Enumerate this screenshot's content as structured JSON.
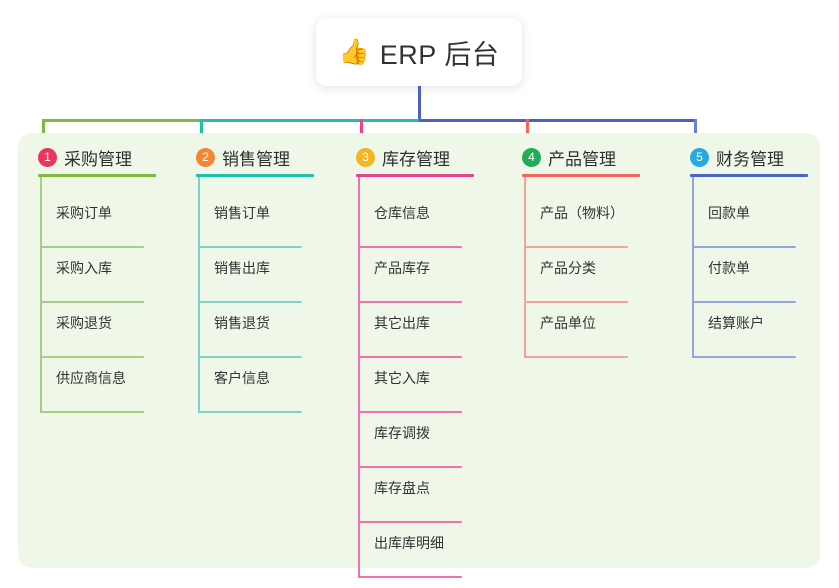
{
  "root": {
    "icon": "thumbs-up-icon",
    "icon_glyph": "👍",
    "title": "ERP 后台"
  },
  "palette": {
    "panel_bg": "#eef7e8",
    "card_bg": "#ffffff",
    "green": "#7fba3d",
    "teal": "#1fbfae",
    "pink": "#e8438f",
    "red": "#f4645c",
    "blue": "#6b7fd1",
    "indigo": "#4f5fc4",
    "badge1": "#e8365d",
    "badge2": "#f58634",
    "badge3": "#f5b421",
    "badge4": "#21ac55",
    "badge5": "#28a9e0",
    "leaf_green": "#a6cf86",
    "leaf_teal": "#7fd2cb",
    "leaf_pink": "#ef71ad",
    "leaf_red": "#f5a29c",
    "leaf_blue": "#93a6de"
  },
  "columns": [
    {
      "number": "1",
      "title": "采购管理",
      "badge_color": "#e8365d",
      "line_color": "#7fba3d",
      "leaf_color": "#a6cf86",
      "items": [
        {
          "label": "采购订单"
        },
        {
          "label": "采购入库"
        },
        {
          "label": "采购退货"
        },
        {
          "label": "供应商信息"
        }
      ]
    },
    {
      "number": "2",
      "title": "销售管理",
      "badge_color": "#f58634",
      "line_color": "#1fbfae",
      "leaf_color": "#7fd2cb",
      "items": [
        {
          "label": "销售订单"
        },
        {
          "label": "销售出库"
        },
        {
          "label": "销售退货"
        },
        {
          "label": "客户信息"
        }
      ]
    },
    {
      "number": "3",
      "title": "库存管理",
      "badge_color": "#f5b421",
      "line_color": "#e8438f",
      "leaf_color": "#ef71ad",
      "items": [
        {
          "label": "仓库信息"
        },
        {
          "label": "产品库存"
        },
        {
          "label": "其它出库"
        },
        {
          "label": "其它入库"
        },
        {
          "label": "库存调拨"
        },
        {
          "label": "库存盘点"
        },
        {
          "label": "出库库明细"
        }
      ]
    },
    {
      "number": "4",
      "title": "产品管理",
      "badge_color": "#21ac55",
      "line_color": "#f4645c",
      "leaf_color": "#f5a29c",
      "items": [
        {
          "label": "产品（物料）"
        },
        {
          "label": "产品分类"
        },
        {
          "label": "产品单位"
        }
      ]
    },
    {
      "number": "5",
      "title": "财务管理",
      "badge_color": "#28a9e0",
      "line_color": "#4a63c8",
      "leaf_color": "#93a6de",
      "items": [
        {
          "label": "回款单"
        },
        {
          "label": "付款单"
        },
        {
          "label": "结算账户"
        }
      ]
    }
  ]
}
